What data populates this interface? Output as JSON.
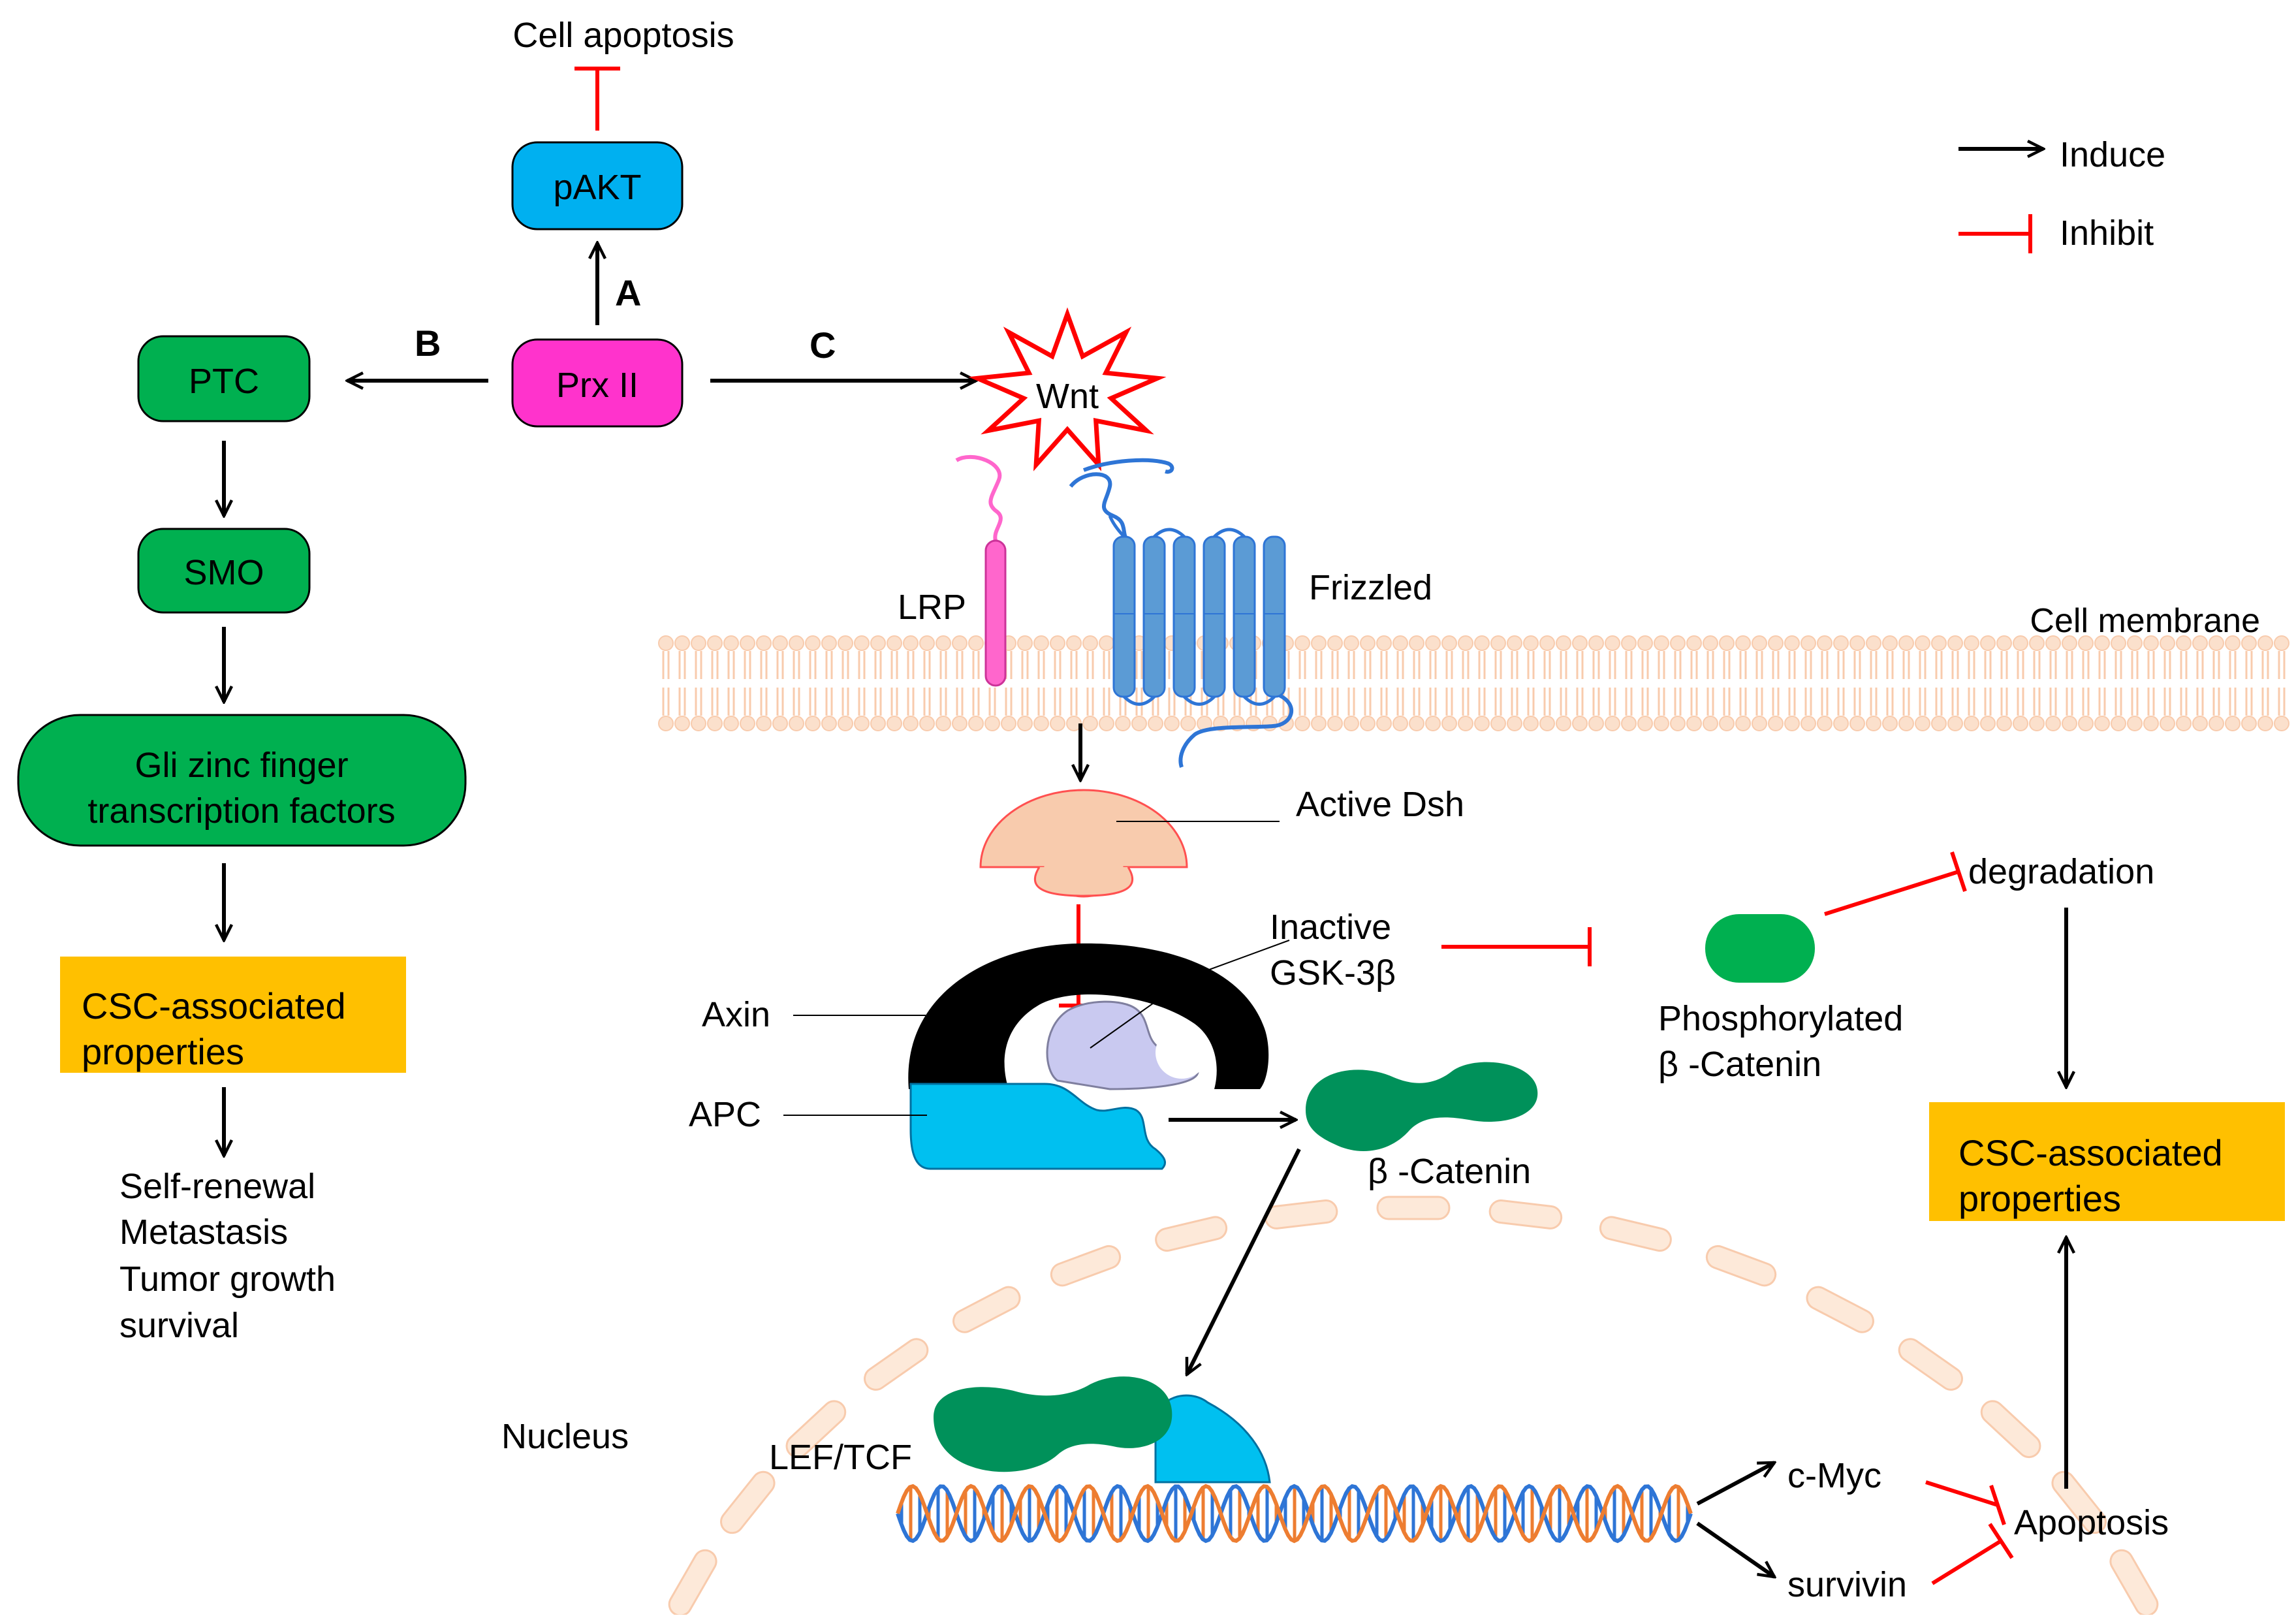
{
  "legend": {
    "induce": "Induce",
    "inhibit": "Inhibit"
  },
  "pathway_labels": {
    "a": "A",
    "b": "B",
    "c": "C"
  },
  "nodes": {
    "cell_apoptosis": "Cell apoptosis",
    "pakt": "pAKT",
    "prx2": "Prx II",
    "ptc": "PTC",
    "smo": "SMO",
    "gli_line1": "Gli zinc finger",
    "gli_line2": "transcription factors",
    "csc_left_line1": "CSC-associated",
    "csc_left_line2": "properties",
    "outcomes": [
      "Self-renewal",
      "Metastasis",
      "Tumor growth",
      "survival"
    ],
    "wnt": "Wnt",
    "lrp": "LRP",
    "frizzled": "Frizzled",
    "cell_membrane": "Cell membrane",
    "active_dsh": "Active Dsh",
    "inactive_line1": "Inactive",
    "inactive_line2": "GSK-3β",
    "axin": "Axin",
    "apc": "APC",
    "beta_catenin": "β -Catenin",
    "phospho_line1": "Phosphorylated",
    "phospho_line2": "β -Catenin",
    "degradation": "degradation",
    "csc_right_line1": "CSC-associated",
    "csc_right_line2": "properties",
    "nucleus": "Nucleus",
    "lef_tcf": "LEF/TCF",
    "c_myc": "c-Myc",
    "survivin": "survivin",
    "apoptosis": "Apoptosis"
  },
  "colors": {
    "induce_arrow": "#000000",
    "inhibit_line": "#ff0000",
    "pakt_blue": "#00b0f0",
    "prx_pink": "#ff33cc",
    "hedgehog_green": "#00b050",
    "csc_orange": "#ffc000",
    "beta_catenin_green": "#00915a",
    "membrane_peach": "#f8cbad",
    "dsh_peach": "#f8cbad",
    "frizzled_blue": "#5b9bd5",
    "lrp_pink": "#ff66cc",
    "gsk_lavender": "#c9c9f0",
    "apc_cyan": "#00c0f0",
    "dna_blue": "#2e75d6",
    "dna_orange": "#ed7d31"
  }
}
